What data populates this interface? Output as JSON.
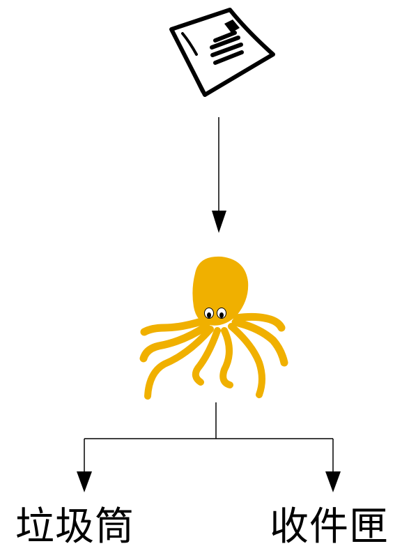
{
  "diagram": {
    "nodes": [
      {
        "id": "mail",
        "icon": "mail-envelope-icon"
      },
      {
        "id": "filter",
        "icon": "octopus-icon",
        "color": "#F0B000"
      },
      {
        "id": "trash",
        "label": "垃圾筒"
      },
      {
        "id": "inbox",
        "label": "收件匣"
      }
    ],
    "edges": [
      {
        "from": "mail",
        "to": "filter"
      },
      {
        "from": "filter",
        "to": "trash"
      },
      {
        "from": "filter",
        "to": "inbox"
      }
    ]
  },
  "colors": {
    "line": "#000000",
    "octopus": "#F0B000",
    "octopus_eye_white": "#ffffff",
    "octopus_pupil": "#000000"
  }
}
